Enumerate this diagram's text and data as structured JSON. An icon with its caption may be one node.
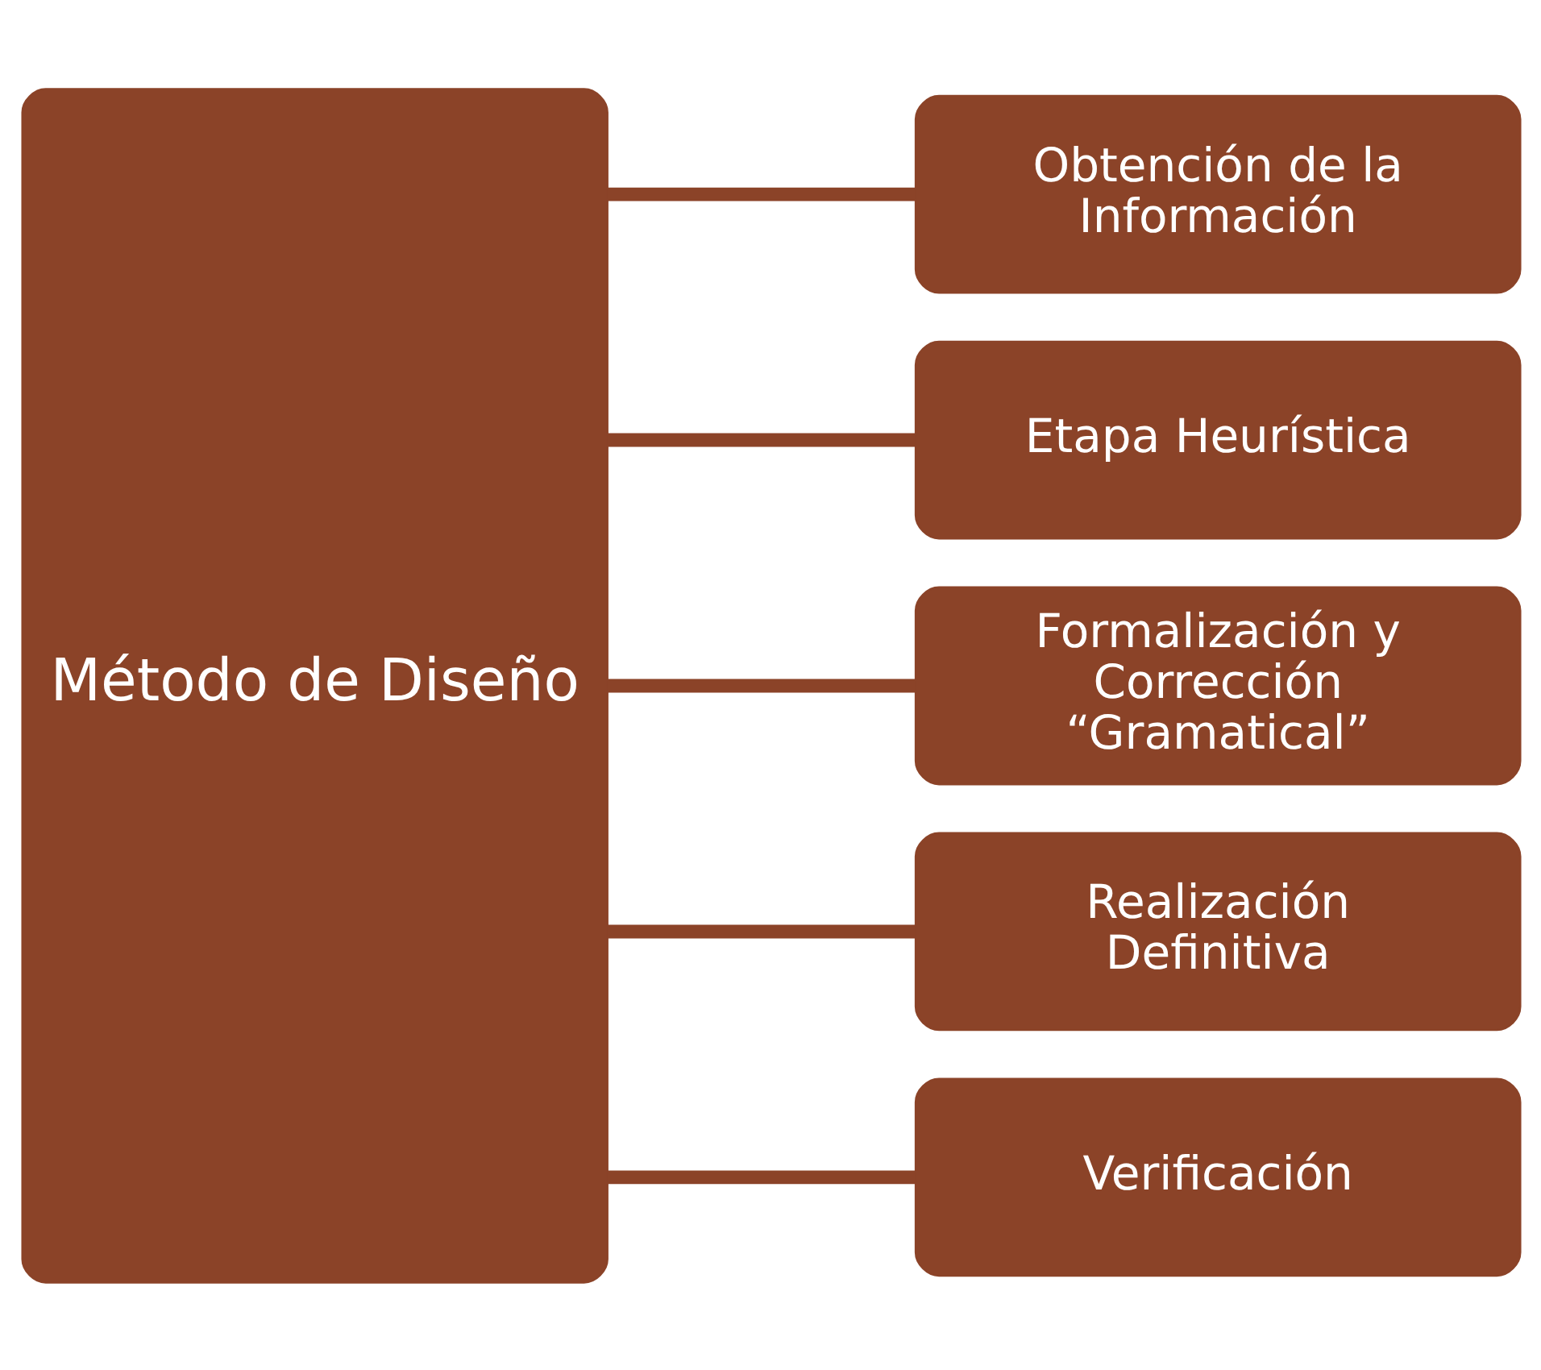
{
  "diagram": {
    "nodes": [
      {
        "text": [
          "Método de Diseño"
        ]
      },
      {
        "text": [
          "Obtención de la Información"
        ]
      },
      {
        "text": [
          "Etapa Heurística"
        ]
      },
      {
        "text": [
          "Formalización y Corrección “Gramatical”"
        ]
      },
      {
        "text": [
          "Realización Definitiva"
        ]
      },
      {
        "text": [
          "Verificación"
        ]
      }
    ],
    "edges": [
      {
        "from": 0,
        "to": 1,
        "arrow": "none"
      },
      {
        "from": 0,
        "to": 2,
        "arrow": "none"
      },
      {
        "from": 0,
        "to": 3,
        "arrow": "none"
      },
      {
        "from": 0,
        "to": 4,
        "arrow": "none"
      },
      {
        "from": 0,
        "to": 5,
        "arrow": "none"
      }
    ]
  }
}
